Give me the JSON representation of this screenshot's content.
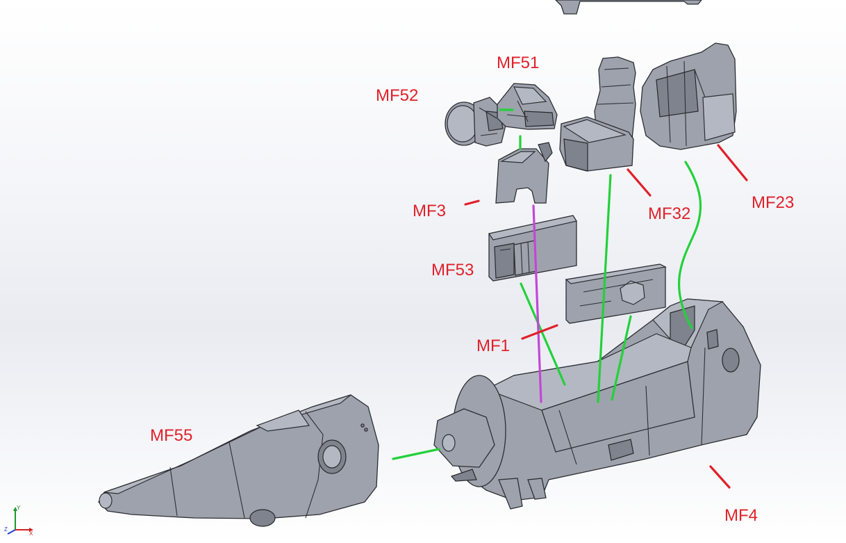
{
  "colors": {
    "label": "#e0202a",
    "red_leader": "#e0202a",
    "green_leader": "#22d13a",
    "purple_leader": "#c246d8",
    "part_fill": "#9ea2ad"
  },
  "labels": {
    "mf51": "MF51",
    "mf52": "MF52",
    "mf3": "MF3",
    "mf32": "MF32",
    "mf23": "MF23",
    "mf53": "MF53",
    "mf1": "MF1",
    "mf55": "MF55",
    "mf4": "MF4"
  },
  "triad": {
    "y": "Y",
    "x": "X",
    "z": "Z"
  }
}
